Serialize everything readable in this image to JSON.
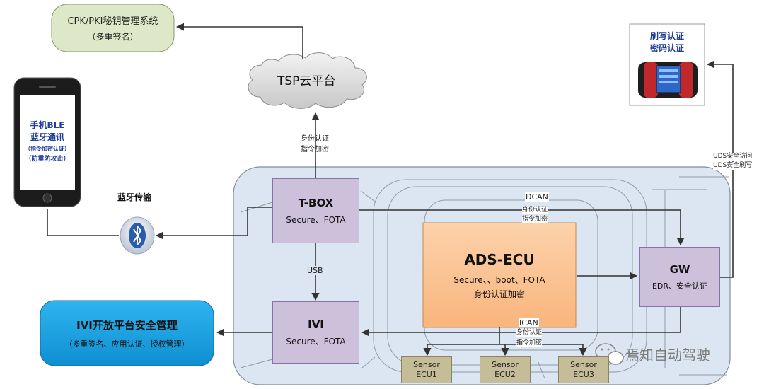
{
  "cpk": {
    "line1": "CPK/PKI秘钥管理系统",
    "line2": "（多重签名）"
  },
  "tsp": {
    "label": "TSP云平台"
  },
  "tsp_link": {
    "line1": "身份认证",
    "line2": "指令加密"
  },
  "phone": {
    "line1": "手机BLE",
    "line2": "蓝牙通讯",
    "line3": "（指令加密认证）",
    "line4": "（防重防攻击）"
  },
  "bluetooth": {
    "label": "蓝牙传输"
  },
  "tbox": {
    "title": "T-BOX",
    "subtitle": "Secure、FOTA"
  },
  "ivi": {
    "title": "IVI",
    "subtitle": "Secure、FOTA"
  },
  "usb": {
    "label": "USB"
  },
  "ads": {
    "title": "ADS-ECU",
    "line1": "Secure、、boot、FOTA",
    "line2": "身份认证加密"
  },
  "gw": {
    "title": "GW",
    "subtitle": "EDR、安全认证"
  },
  "dcan": {
    "label": "DCAN",
    "line1": "身份认证",
    "line2": "指令加密"
  },
  "ican": {
    "label": "ICAN",
    "line1": "身份认证",
    "line2": "指令加密"
  },
  "iviplatform": {
    "title": "IVI开放平台安全管理",
    "subtitle": "（多重签名、应用认证、授权管理）"
  },
  "diagtool": {
    "line1": "刷写认证",
    "line2": "密码认证"
  },
  "uds": {
    "line1": "UDS安全访问",
    "line2": "UDS安全刷写"
  },
  "sensors": [
    {
      "line1": "Sensor",
      "line2": "ECU1"
    },
    {
      "line1": "Sensor",
      "line2": "ECU2"
    },
    {
      "line1": "Sensor",
      "line2": "ECU3"
    }
  ],
  "watermark": {
    "label": "焉知自动驾驶"
  },
  "colors": {
    "frame": "#dce6f2",
    "purple": "#ccc0da",
    "orange": "#fbc79a",
    "sensor": "#c4bd97",
    "blue": "#1ea3e4",
    "green": "#dfe7c9"
  }
}
